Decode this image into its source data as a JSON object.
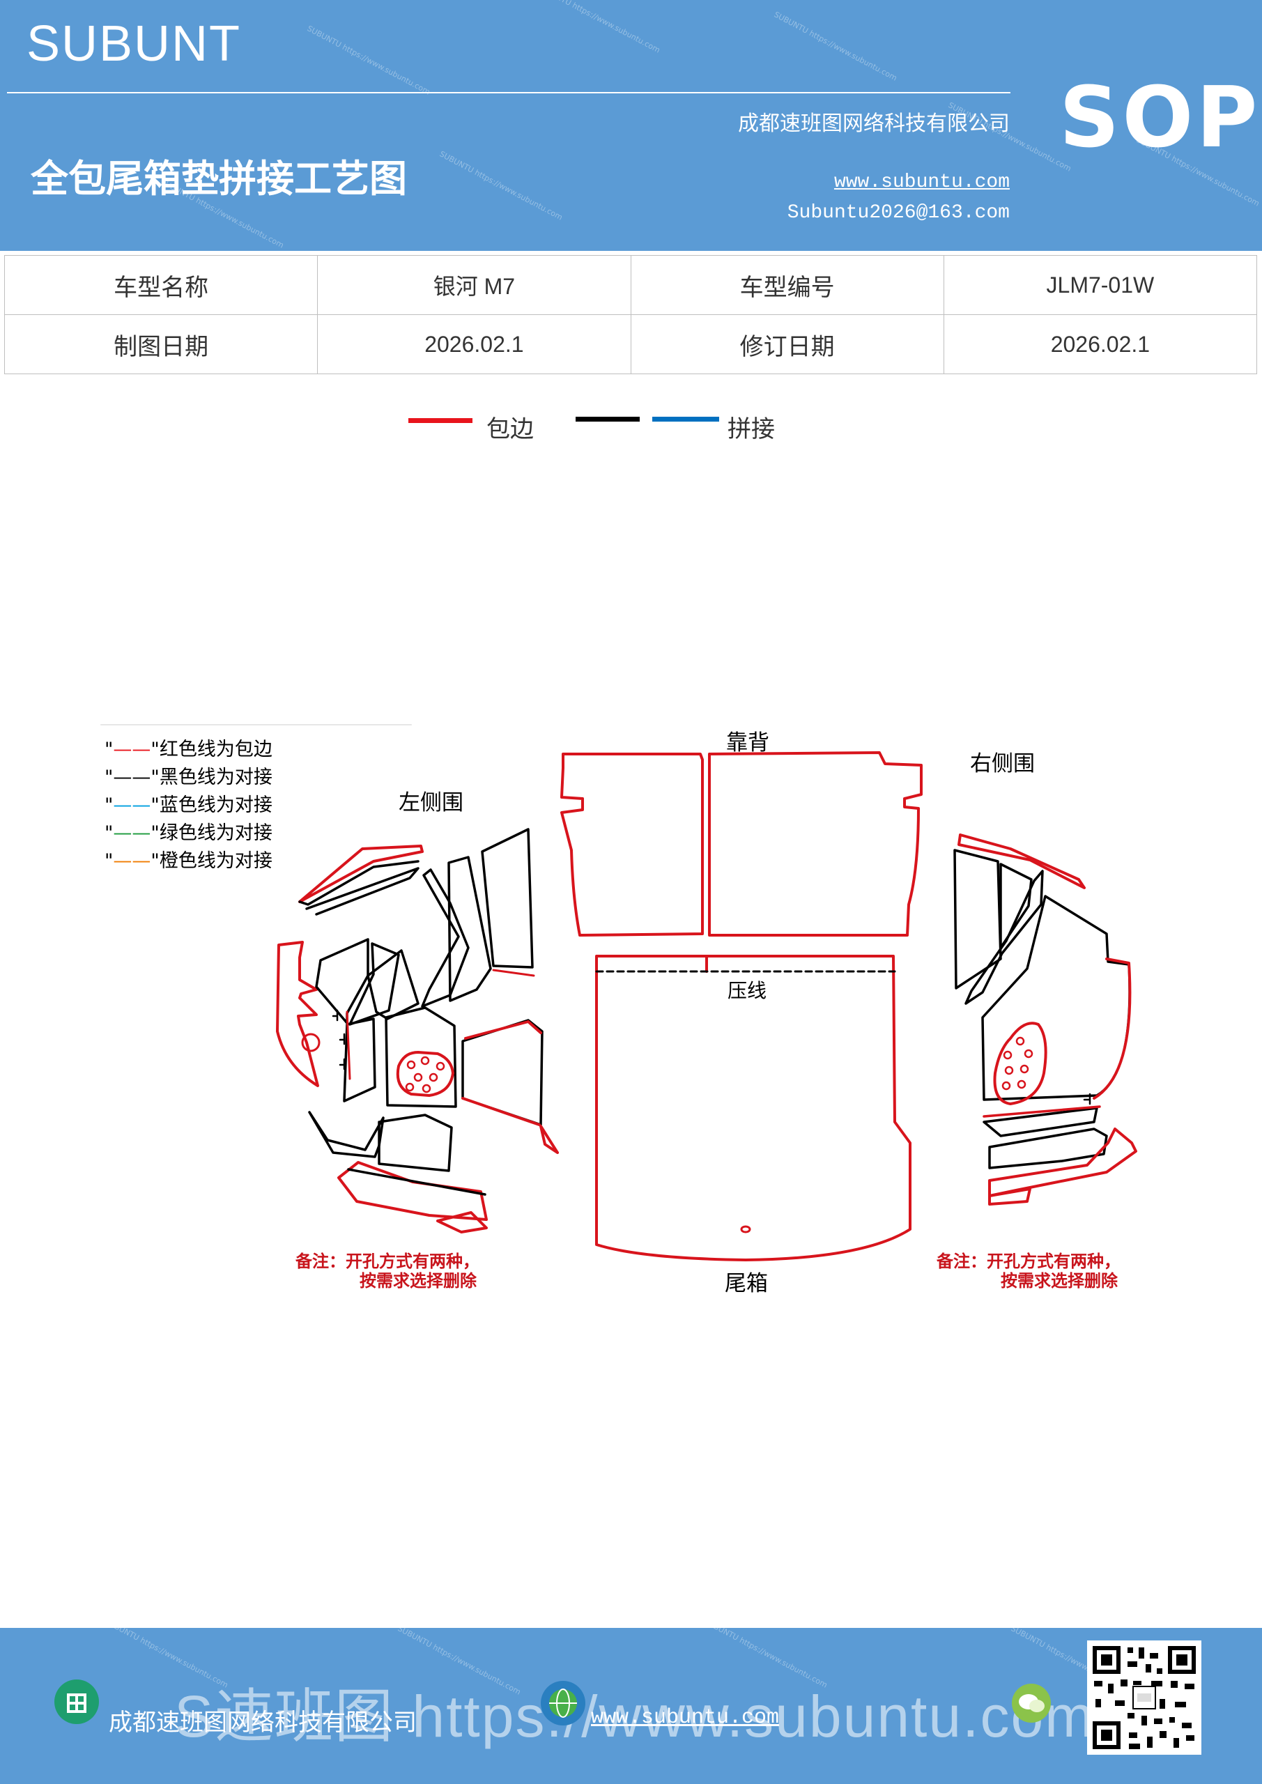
{
  "header": {
    "brand": "SUBUNT",
    "company": "成都速班图网络科技有限公司",
    "title": "全包尾箱垫拼接工艺图",
    "website": "www.subuntu.com",
    "email": "Subuntu2026@163.com",
    "badge": "SOP"
  },
  "info_table": {
    "model_name_label": "车型名称",
    "model_name_value": "银河 M7",
    "model_code_label": "车型编号",
    "model_code_value": "JLM7-01W",
    "draw_date_label": "制图日期",
    "draw_date_value": "2026.02.1",
    "revise_date_label": "修订日期",
    "revise_date_value": "2026.02.1"
  },
  "legend": {
    "edging": "包边",
    "splicing": "拼接",
    "edging_color": "#e8141c",
    "black_color": "#000000",
    "splicing_color": "#0070c0"
  },
  "diagram": {
    "notes": [
      "\"——\"红色线为包边",
      "\"——\"黑色线为对接",
      "\"——\"蓝色线为对接",
      "\"——\"绿色线为对接",
      "\"——\"橙色线为对接"
    ],
    "note_colors": [
      "#e8141c",
      "#000000",
      "#00a0e0",
      "#1a9a3a",
      "#f07c00"
    ],
    "left_side": "左侧围",
    "backrest": "靠背",
    "right_side": "右侧围",
    "crease": "压线",
    "trunk": "尾箱",
    "remark_left_1": "备注：开孔方式有两种，",
    "remark_left_2": "按需求选择删除",
    "remark_right_1": "备注：开孔方式有两种，",
    "remark_right_2": "按需求选择删除"
  },
  "footer": {
    "company": "成都速班图网络科技有限公司",
    "website": "www.subuntu.com",
    "watermark": "S速班图 https://www.subuntu.com"
  }
}
